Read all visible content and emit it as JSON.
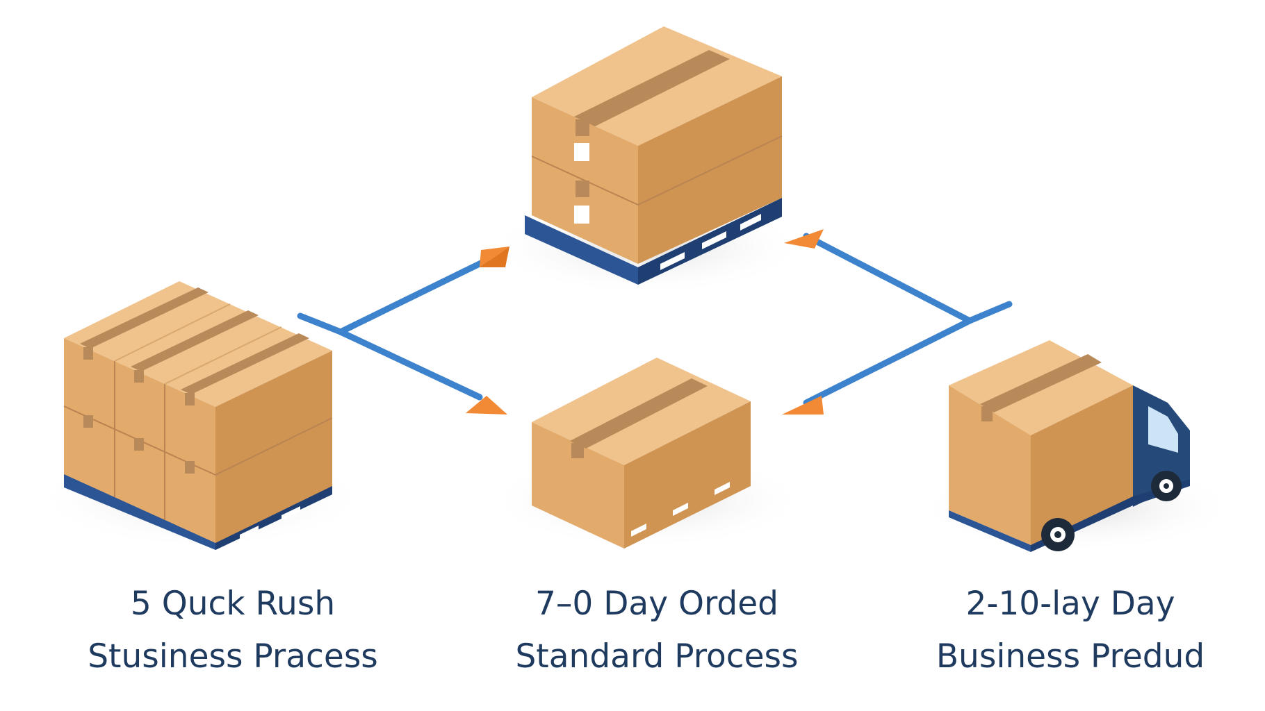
{
  "diagram": {
    "nodes": [
      {
        "id": "rush",
        "line1": "5 Quck Rush",
        "line2": "Stusiness Pracess",
        "icon": "pallet-boxes-icon"
      },
      {
        "id": "standard",
        "line1": "7–0 Day Orded",
        "line2": "Standard Process",
        "icon": "box-icon"
      },
      {
        "id": "business",
        "line1": "2-10-lay Day",
        "line2": "Business Predud",
        "icon": "delivery-truck-icon"
      },
      {
        "id": "hub",
        "icon": "stacked-pallet-icon"
      }
    ],
    "colors": {
      "box_top": "#f0c28c",
      "box_left": "#e2aa6b",
      "box_right": "#cf9352",
      "tape": "#b98a59",
      "pallet": "#2c5596",
      "arrow_line": "#3d82cc",
      "arrow_head": "#f28a35",
      "truck": "#254a7a",
      "text": "#1f3a5f"
    }
  }
}
